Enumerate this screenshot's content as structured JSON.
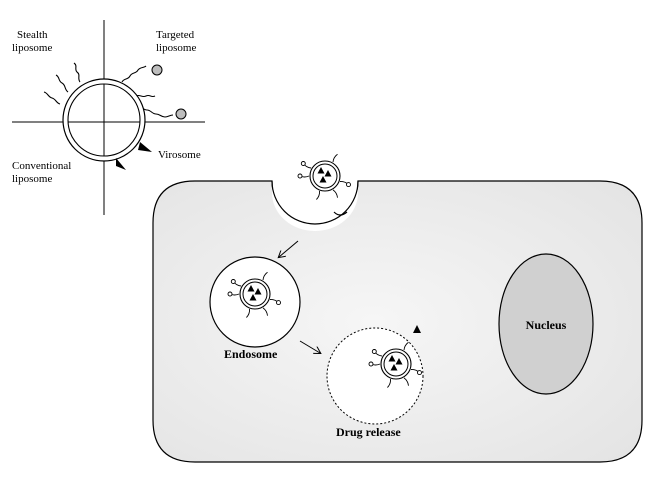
{
  "quadrant_labels": {
    "stealth": [
      "Stealth",
      "liposome"
    ],
    "targeted": [
      "Targeted",
      "liposome"
    ],
    "conventional": [
      "Conventional",
      "liposome"
    ],
    "virosome": "Virosome"
  },
  "cell_labels": {
    "endosome": "Endosome",
    "drug_release": "Drug release",
    "nucleus": "Nucleus"
  },
  "colors": {
    "cell_fill": "#e9e9e9",
    "nucleus_fill": "#d0d0d0",
    "ligand_fill": "#bdbdbd",
    "stroke": "#333333"
  }
}
